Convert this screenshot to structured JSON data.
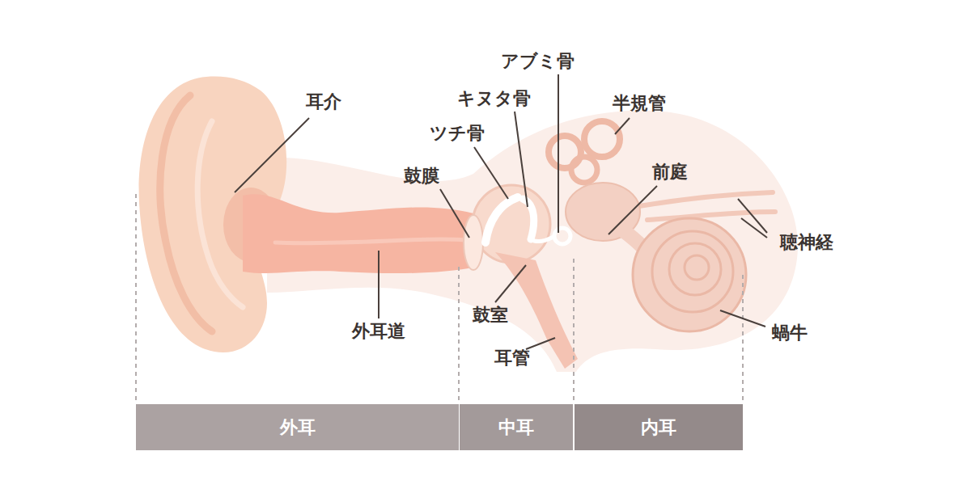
{
  "diagram": {
    "nodes": [
      {
        "text": [
          "外耳"
        ]
      },
      {
        "text": [
          "中耳"
        ]
      },
      {
        "text": [
          "内耳"
        ]
      }
    ],
    "labels": [
      "耳介",
      "外耳道",
      "鼓膜",
      "ツチ骨",
      "キヌタ骨",
      "アブミ骨",
      "半規管",
      "前庭",
      "聴神経",
      "鼓室",
      "耳管",
      "蝸牛"
    ]
  }
}
